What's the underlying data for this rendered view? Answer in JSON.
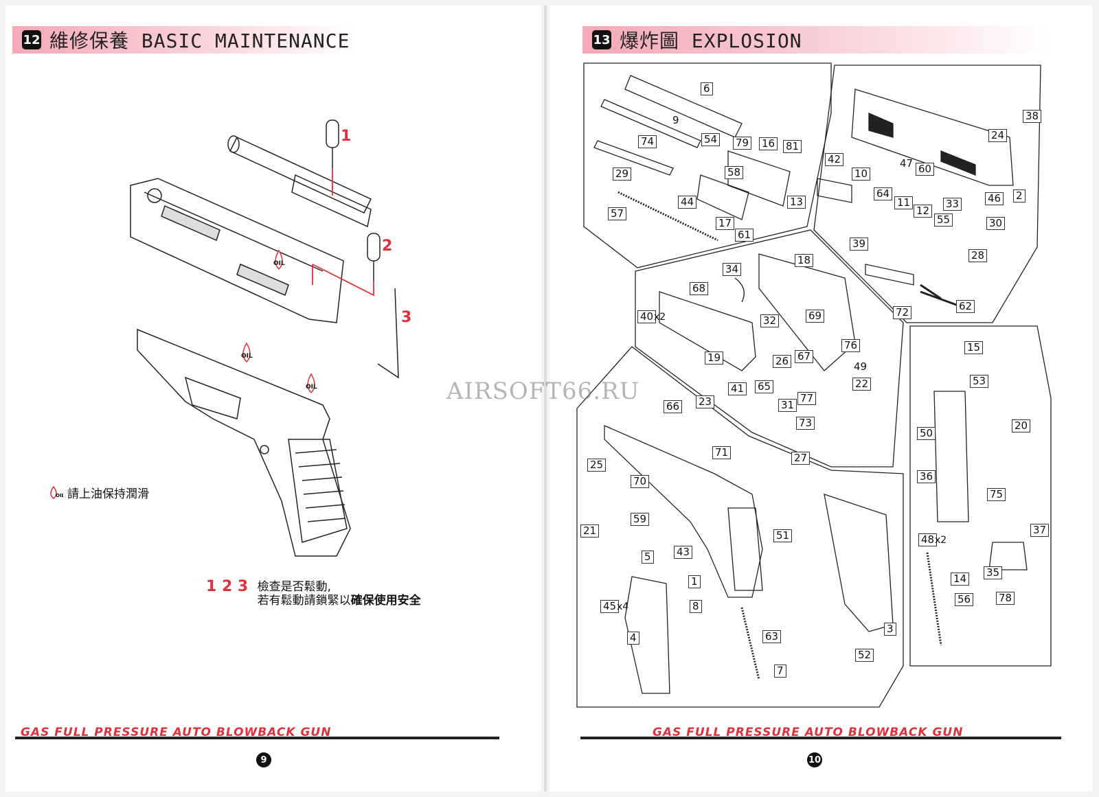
{
  "left_page": {
    "section_number": "12",
    "title": "維修保養 BASIC MAINTENANCE",
    "oil_label": "OIL",
    "legend_text": "請上油保持潤滑",
    "step_markers": [
      "1",
      "2",
      "3"
    ],
    "step_numbers": "1 2 3",
    "step_line1": "檢查是否鬆動,",
    "step_line2_a": "若有鬆動請鎖緊以",
    "step_line2_b": "確保使用安全",
    "footer": "GAS FULL PRESSURE AUTO BLOWBACK GUN",
    "page_number": "9"
  },
  "right_page": {
    "section_number": "13",
    "title": "爆炸圖 EXPLOSION",
    "parts": [
      "6",
      "9",
      "74",
      "54",
      "79",
      "16",
      "81",
      "29",
      "58",
      "57",
      "44",
      "17",
      "13",
      "61",
      "38",
      "24",
      "42",
      "10",
      "47",
      "60",
      "64",
      "11",
      "33",
      "46",
      "2",
      "12",
      "55",
      "30",
      "28",
      "39",
      "62",
      "72",
      "34",
      "18",
      "68",
      "40",
      "69",
      "32",
      "19",
      "26",
      "67",
      "76",
      "49",
      "22",
      "41",
      "65",
      "31",
      "77",
      "73",
      "15",
      "53",
      "20",
      "50",
      "36",
      "75",
      "37",
      "48",
      "14",
      "35",
      "78",
      "56",
      "66",
      "23",
      "27",
      "71",
      "25",
      "70",
      "59",
      "21",
      "5",
      "43",
      "51",
      "1",
      "8",
      "45",
      "63",
      "4",
      "3",
      "52",
      "7"
    ],
    "multipliers": {
      "40": "x2",
      "45": "x4",
      "48": "x2"
    },
    "footer": "GAS FULL PRESSURE AUTO BLOWBACK GUN",
    "page_number": "10"
  },
  "watermark": "AIRSOFT66.RU",
  "colors": {
    "accent_red": "#e0303c",
    "header_pink": "#f4a9b6",
    "ink": "#111111"
  }
}
